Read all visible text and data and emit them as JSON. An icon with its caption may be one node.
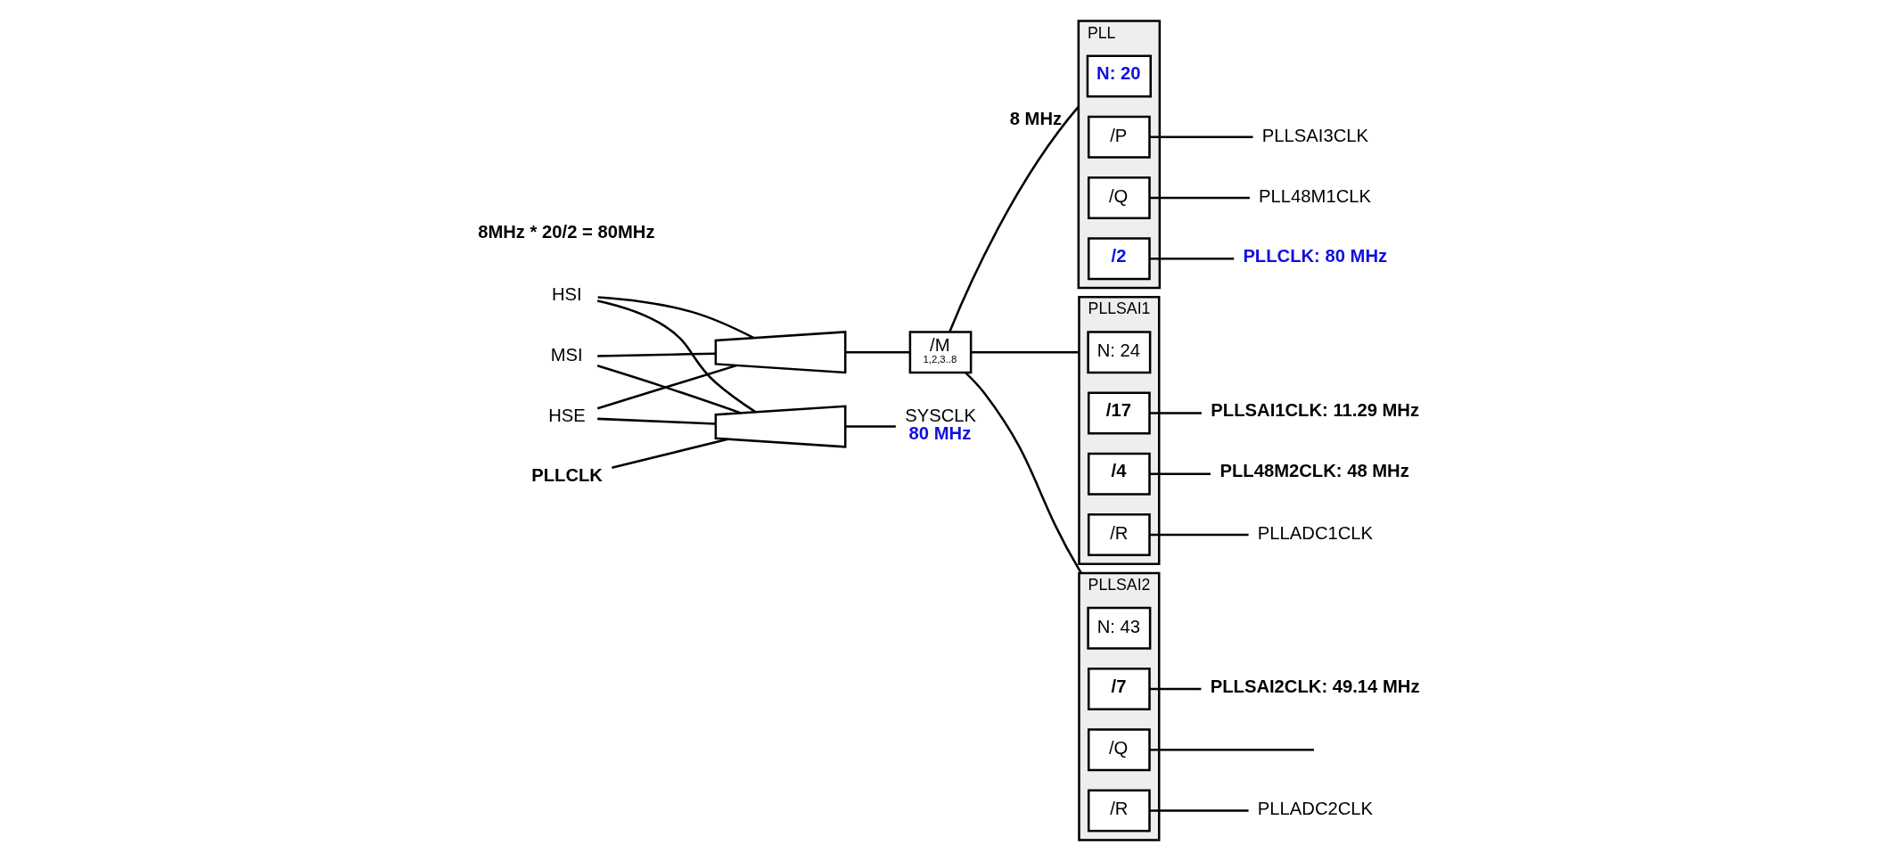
{
  "diagram": {
    "nodes": [
      {
        "text": [
          "HSI"
        ]
      },
      {
        "text": [
          "MSI"
        ]
      },
      {
        "text": [
          "HSE"
        ]
      },
      {
        "text": [],
        "shape": "trapezoid"
      },
      {
        "text": [
          "/M",
          "1,2,3..8"
        ]
      },
      {
        "text": [
          "PLL"
        ]
      },
      {
        "text": [
          "N: 20"
        ],
        "in": 5
      },
      {
        "text": [
          "/P"
        ],
        "in": 5
      },
      {
        "text": [
          "/Q"
        ],
        "in": 5
      },
      {
        "text": [
          "/2"
        ],
        "in": 5
      },
      {
        "text": [
          "PLLSAI1"
        ]
      },
      {
        "text": [
          "N: 24"
        ],
        "in": 10
      },
      {
        "text": [
          "/17"
        ],
        "in": 10
      },
      {
        "text": [
          "/4"
        ],
        "in": 10
      },
      {
        "text": [
          "/R"
        ],
        "in": 10
      },
      {
        "text": [
          "PLLSAI2"
        ]
      },
      {
        "text": [
          "N: 43"
        ],
        "in": 15
      },
      {
        "text": [
          "/7"
        ],
        "in": 15
      },
      {
        "text": [
          "/Q"
        ],
        "in": 15
      },
      {
        "text": [
          "/R"
        ],
        "in": 15
      },
      {
        "text": [
          "PLLSAI3CLK"
        ]
      },
      {
        "text": [
          "PLL48M1CLK"
        ]
      },
      {
        "text": [
          "PLLCLK: 80 MHz"
        ]
      },
      {
        "text": [
          "PLLSAI1CLK: 11.29 MHz"
        ]
      },
      {
        "text": [
          "PLL48M2CLK: 48 MHz"
        ]
      },
      {
        "text": [
          "PLLADC1CLK"
        ]
      },
      {
        "text": [
          "PLLSAI2CLK: 49.14 MHz"
        ]
      },
      {
        "text": [
          "PLLADC2CLK"
        ]
      },
      {
        "text": [],
        "shape": "trapezoid"
      },
      {
        "text": [
          "PLLCLK"
        ]
      },
      {
        "text": [
          "SYSCLK"
        ],
        "beside": [
          "80 MHz"
        ]
      }
    ],
    "edges": [
      {
        "from": 0,
        "to": 3,
        "arrow": "none"
      },
      {
        "from": 1,
        "to": 3,
        "arrow": "none"
      },
      {
        "from": 2,
        "to": 3,
        "arrow": "none"
      },
      {
        "from": 3,
        "to": 4,
        "arrow": "none"
      },
      {
        "from": 4,
        "to": 5,
        "arrow": "none",
        "label": "8 MHz"
      },
      {
        "from": 4,
        "to": 10,
        "arrow": "none"
      },
      {
        "from": 4,
        "to": 15,
        "arrow": "none"
      },
      {
        "from": 7,
        "to": 20,
        "arrow": "none"
      },
      {
        "from": 8,
        "to": 21,
        "arrow": "none"
      },
      {
        "from": 9,
        "to": 22,
        "arrow": "none"
      },
      {
        "from": 12,
        "to": 23,
        "arrow": "none"
      },
      {
        "from": 13,
        "to": 24,
        "arrow": "none"
      },
      {
        "from": 14,
        "to": 25,
        "arrow": "none"
      },
      {
        "from": 17,
        "to": 26,
        "arrow": "none"
      },
      {
        "from": 18,
        "to": null,
        "arrow": "none"
      },
      {
        "from": 19,
        "to": 27,
        "arrow": "none"
      },
      {
        "from": 0,
        "to": 28,
        "arrow": "none"
      },
      {
        "from": 1,
        "to": 28,
        "arrow": "none"
      },
      {
        "from": 2,
        "to": 28,
        "arrow": "none"
      },
      {
        "from": 29,
        "to": 28,
        "arrow": "none"
      },
      {
        "from": 28,
        "to": 30,
        "arrow": "none"
      }
    ],
    "labels": [
      "8MHz * 20/2 = 80MHz"
    ]
  }
}
